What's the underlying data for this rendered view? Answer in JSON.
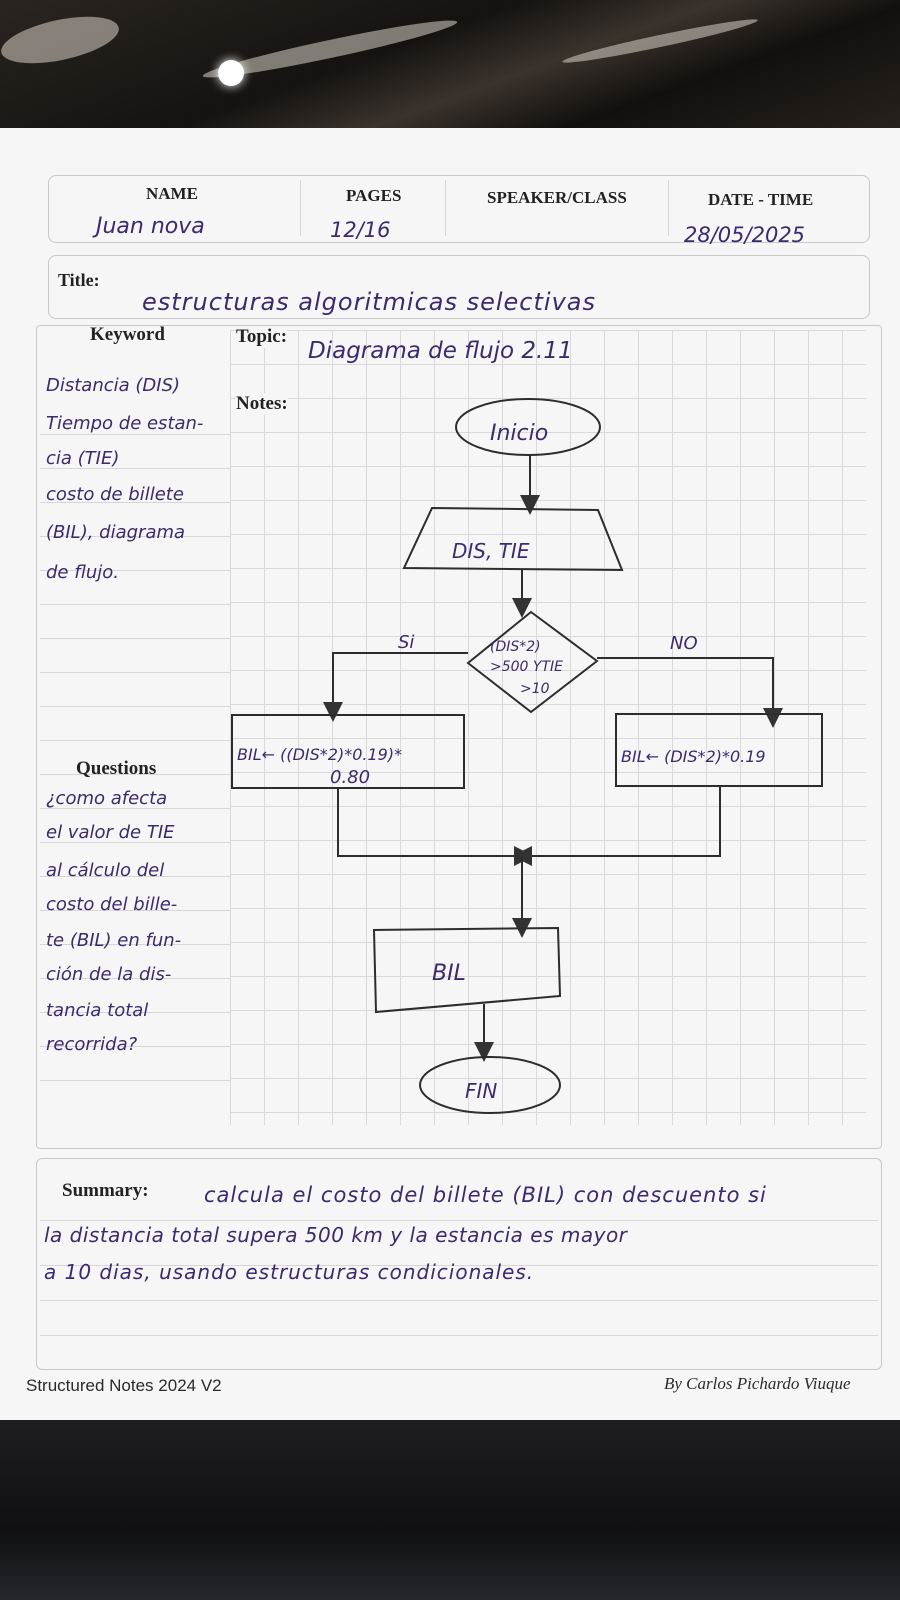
{
  "header": {
    "name_label": "NAME",
    "pages_label": "PAGES",
    "speaker_label": "SPEAKER/CLASS",
    "date_label": "DATE - TIME",
    "name_value": "Juan nova",
    "pages_value": "12/16",
    "speaker_value": "",
    "date_value": "28/05/2025"
  },
  "title": {
    "label": "Title:",
    "value": "estructuras algoritmicas selectivas"
  },
  "keyword": {
    "label": "Keyword",
    "lines": [
      "Distancia (DIS)",
      "Tiempo de estan-",
      "cia (TIE)",
      "costo de billete",
      "(BIL), diagrama",
      "de flujo."
    ]
  },
  "topic": {
    "label": "Topic:",
    "value": "Diagrama de flujo 2.11"
  },
  "notes": {
    "label": "Notes:"
  },
  "questions": {
    "label": "Questions",
    "lines": [
      "¿como afecta",
      "el valor de TIE",
      "al cálculo del",
      "costo del bille-",
      "te (BIL) en fun-",
      "ción de la dis-",
      "tancia total",
      "recorrida?"
    ]
  },
  "flowchart": {
    "start": "Inicio",
    "input": "DIS, TIE",
    "decision_lines": [
      "(DIS*2)",
      ">500 YTIE",
      ">10"
    ],
    "yes_label": "Si",
    "no_label": "NO",
    "yes_process_lines": [
      "BIL← ((DIS*2)*0.19)*",
      "0.80"
    ],
    "no_process": "BIL← (DIS*2)*0.19",
    "output": "BIL",
    "end": "FIN"
  },
  "summary": {
    "label": "Summary:",
    "lines": [
      "calcula el costo del billete (BIL) con descuento si",
      "la distancia total supera 500 km y la estancia es mayor",
      "a 10 dias, usando estructuras condicionales."
    ]
  },
  "footer": {
    "left": "Structured Notes 2024 V2",
    "right": "By Carlos Pichardo Viuque"
  }
}
